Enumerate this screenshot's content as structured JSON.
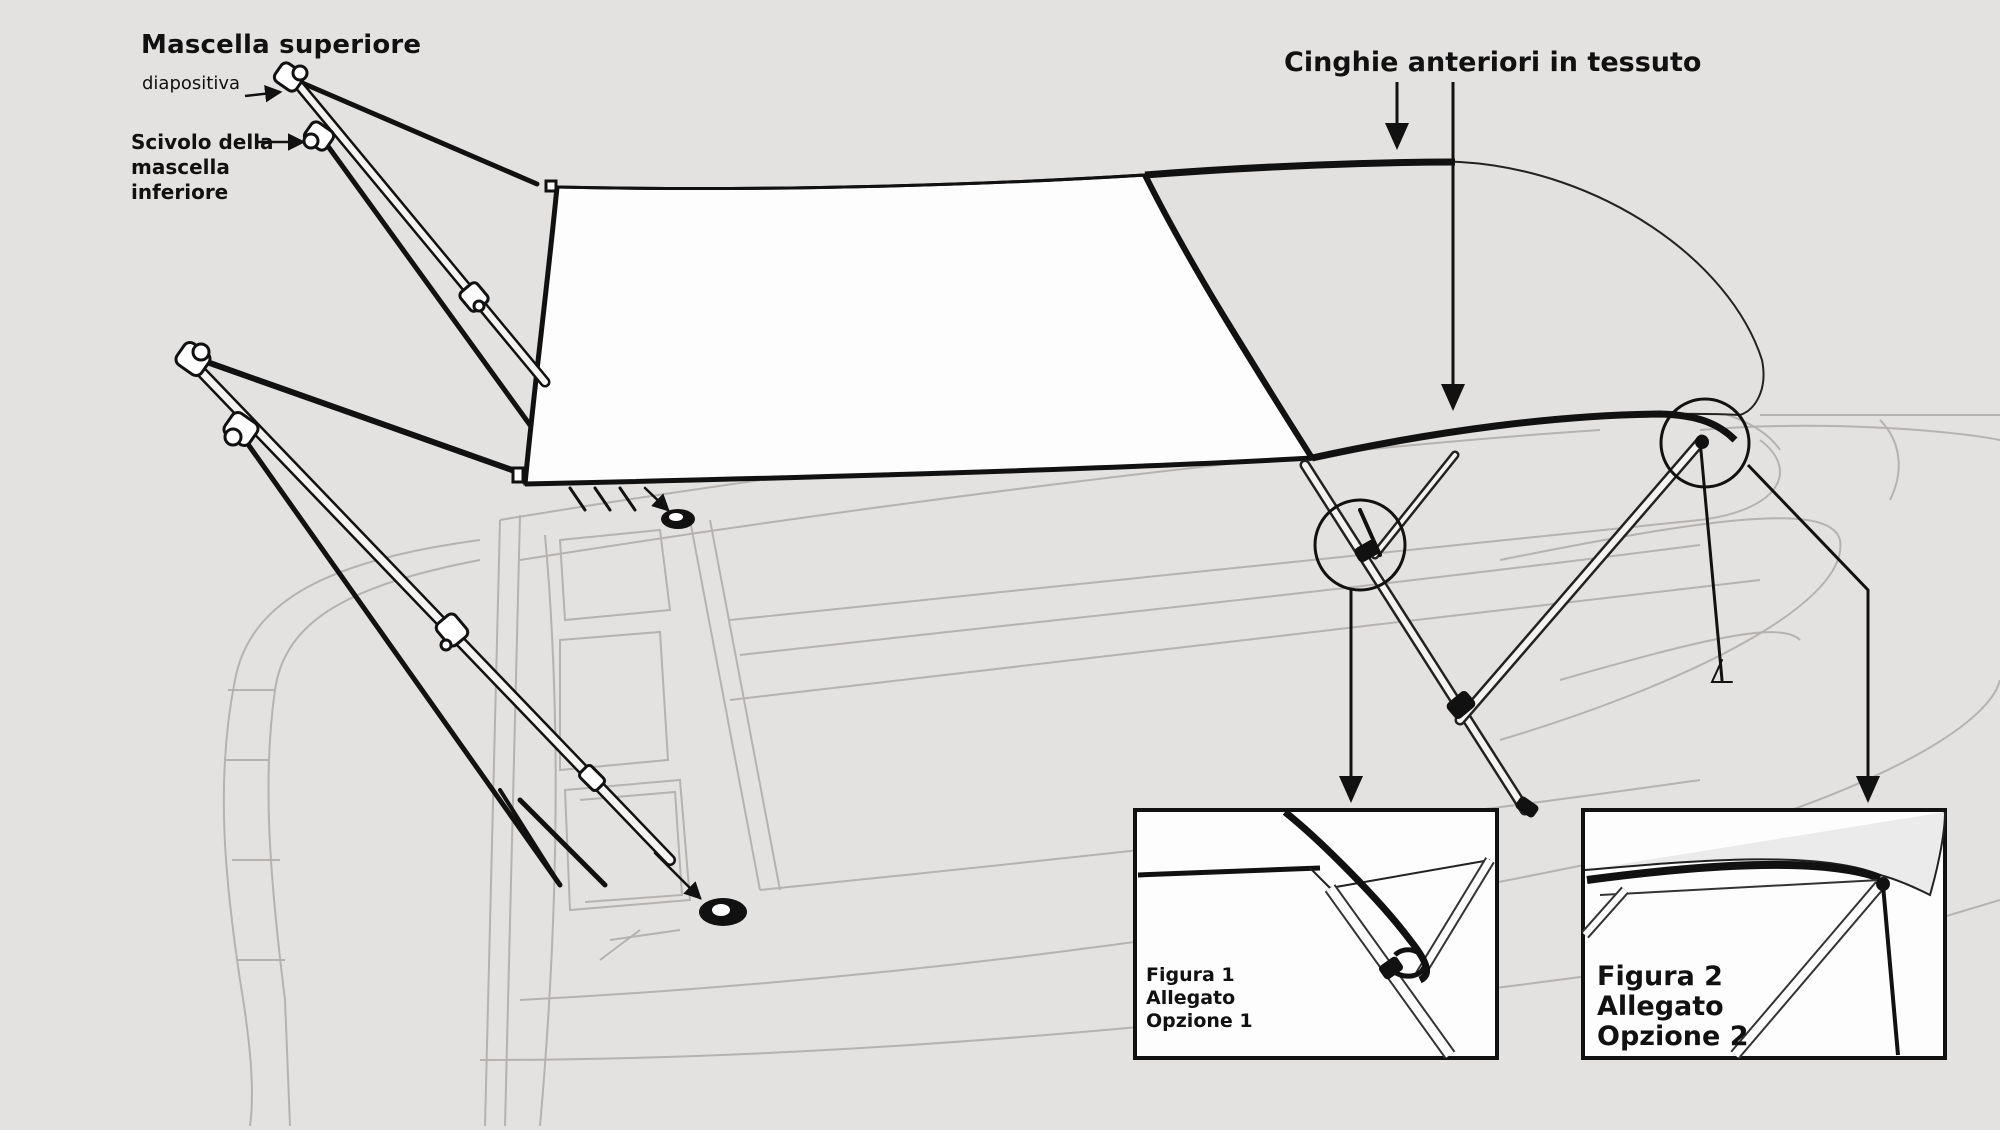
{
  "labels": {
    "upper_jaw": "Mascella superiore",
    "slide": "diapositiva",
    "lower_jaw_slide": [
      "Scivolo della",
      "mascella",
      "inferiore"
    ],
    "front_straps": "Cinghie anteriori in tessuto"
  },
  "figure1": {
    "lines": [
      "Figura 1",
      "Allegato",
      "Opzione 1"
    ]
  },
  "figure2": {
    "lines": [
      "Figura 2",
      "Allegato",
      "Opzione 2"
    ]
  },
  "colors": {
    "background": "#e4e2e1",
    "ink": "#111111",
    "ghost": "#b9b6b4",
    "canvas": "#fdfdfd"
  }
}
